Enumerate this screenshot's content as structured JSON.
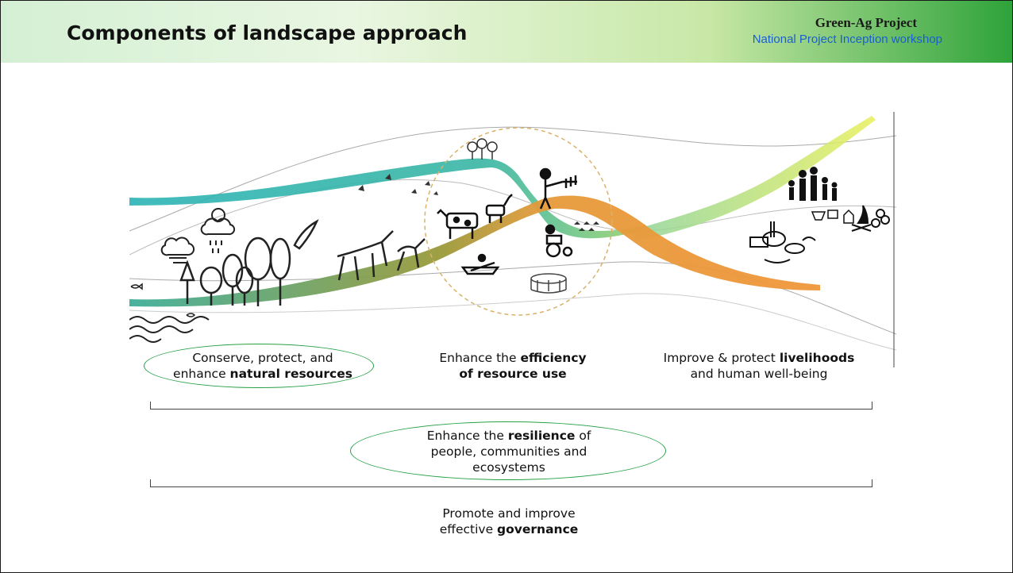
{
  "header": {
    "title": "Components of landscape approach",
    "project_name": "Green-Ag Project",
    "project_subtitle": "National Project Inception workshop"
  },
  "colors": {
    "header_green": "#2ea33a",
    "subtitle_blue": "#1a5fd0",
    "ellipse_green": "#27a045",
    "ribbon_teal": "#2bb3b5",
    "ribbon_olive": "#9a9a3a",
    "ribbon_orange": "#f0963a",
    "ribbon_lime": "#d6e84a"
  },
  "illustration": {
    "icons": [
      "cloud-icon",
      "rain-cloud-icon",
      "tree-icon",
      "bird-icon",
      "antelope-icon",
      "butterfly-icon",
      "cow-icon",
      "goat-icon",
      "farmer-icon",
      "tractor-icon",
      "boat-icon",
      "fish-icon",
      "family-icon",
      "campfire-icon",
      "food-icon"
    ]
  },
  "components": {
    "natural": {
      "line1": "Conserve, protect, and",
      "prefix": "enhance ",
      "bold": "natural resources"
    },
    "efficiency": {
      "prefix": "Enhance the ",
      "bold1": "efficiency",
      "bold2": "of resource use"
    },
    "livelihoods": {
      "prefix": "Improve & protect ",
      "bold": "livelihoods",
      "line2": "and human well-being"
    },
    "resilience": {
      "prefix": "Enhance the ",
      "bold": "resilience",
      "suffix": " of",
      "line2": "people, communities and",
      "line3": "ecosystems"
    },
    "governance": {
      "line1": "Promote and improve",
      "prefix": "effective ",
      "bold": "governance"
    }
  }
}
